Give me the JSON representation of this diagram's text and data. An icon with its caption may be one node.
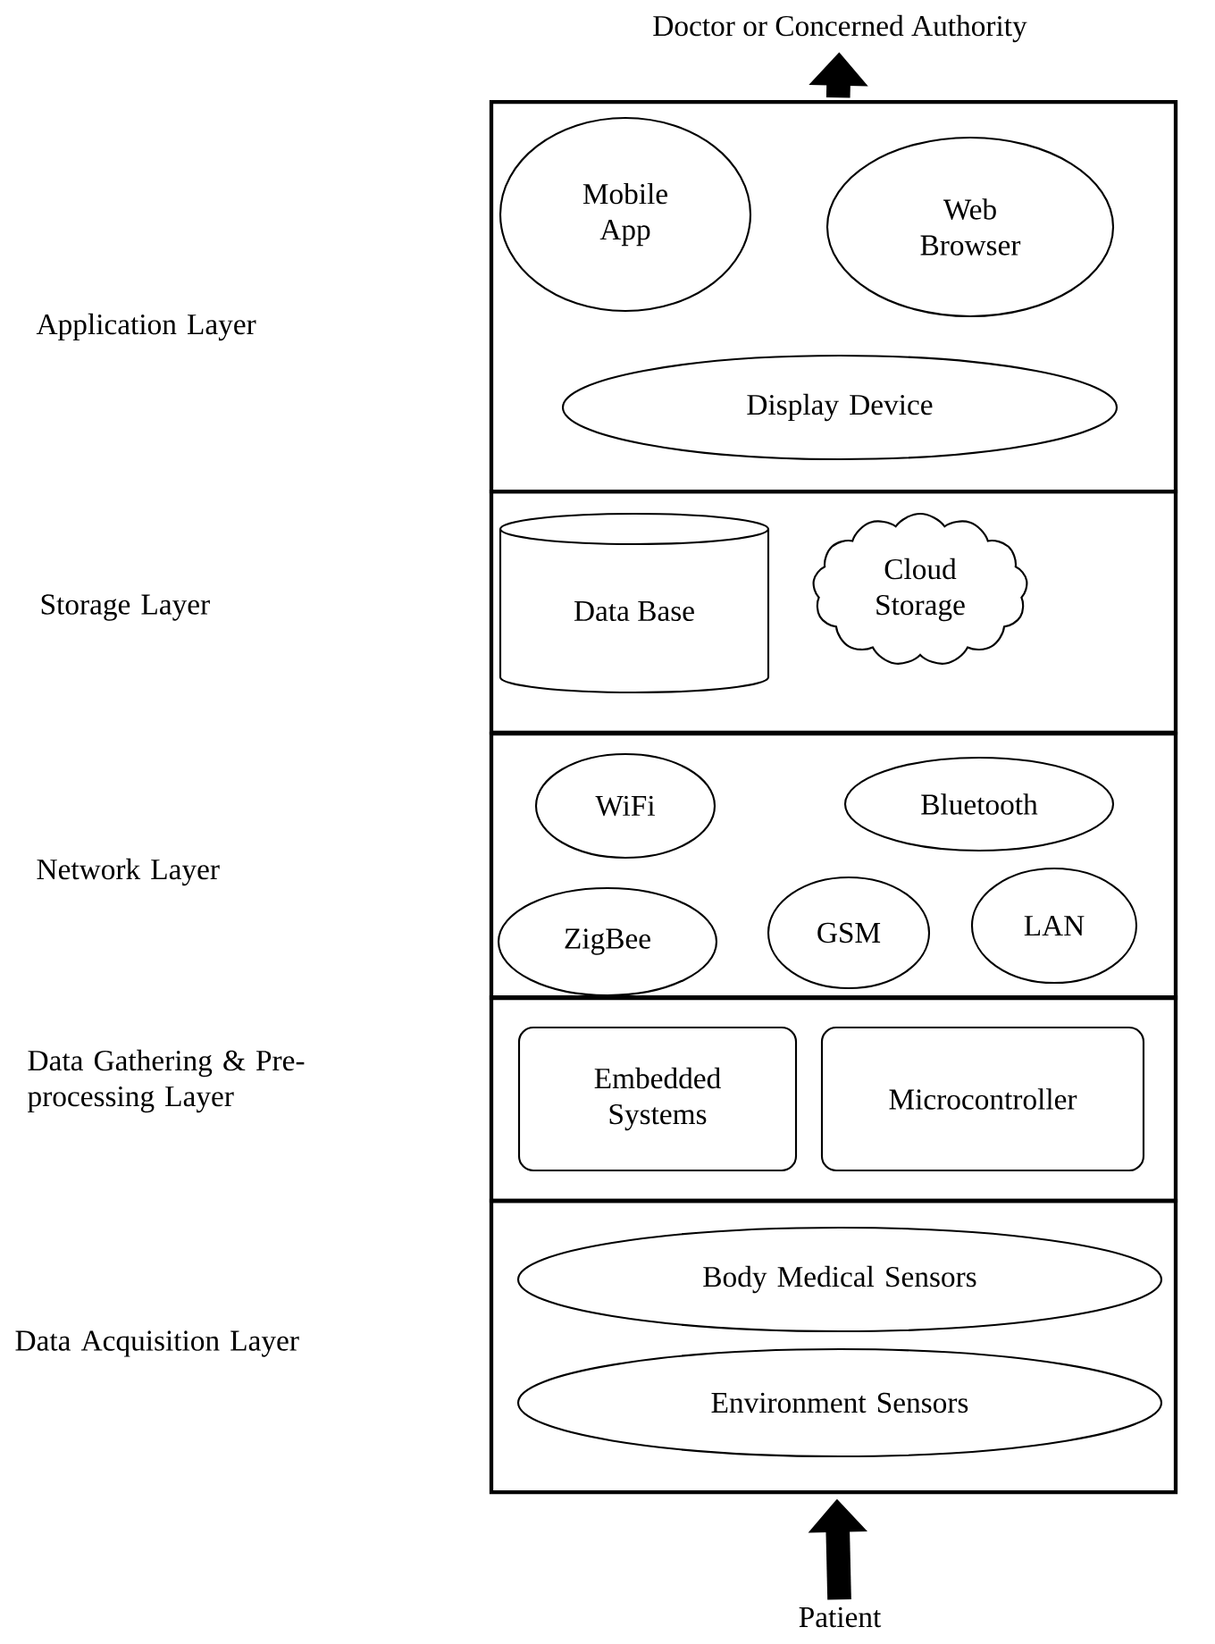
{
  "diagram": {
    "nodes": [
      {
        "text": [
          "Doctor or Concerned Authority"
        ]
      },
      {
        "text": [],
        "shape": "box"
      },
      {
        "text": [
          "Mobile App"
        ],
        "in": 1
      },
      {
        "text": [
          "Web Browser"
        ],
        "in": 1
      },
      {
        "text": [
          "Display Device"
        ],
        "in": 1
      },
      {
        "text": [],
        "shape": "box"
      },
      {
        "text": [
          "Data Base"
        ],
        "in": 5
      },
      {
        "text": [
          "Cloud Storage"
        ],
        "in": 5
      },
      {
        "text": [],
        "shape": "box"
      },
      {
        "text": [
          "WiFi"
        ],
        "in": 8
      },
      {
        "text": [
          "Bluetooth"
        ],
        "in": 8
      },
      {
        "text": [
          "ZigBee"
        ],
        "in": 8
      },
      {
        "text": [
          "GSM"
        ],
        "in": 8
      },
      {
        "text": [
          "LAN"
        ],
        "in": 8
      },
      {
        "text": [],
        "shape": "box"
      },
      {
        "text": [
          "Embedded Systems"
        ],
        "in": 14
      },
      {
        "text": [
          "Microcontroller"
        ],
        "in": 14
      },
      {
        "text": [],
        "shape": "box"
      },
      {
        "text": [
          "Body Medical Sensors"
        ],
        "in": 17
      },
      {
        "text": [
          "Environment Sensors"
        ],
        "in": 17
      },
      {
        "text": [
          "Patient"
        ]
      }
    ],
    "edges": [
      {
        "from": 20,
        "to": 17,
        "arrow": "to"
      },
      {
        "from": 1,
        "to": 0,
        "arrow": "to"
      }
    ],
    "labels": [
      "Application Layer",
      "Storage Layer",
      "Network Layer",
      "Data Gathering & Pre-processing Layer",
      "Data Acquisition Layer"
    ]
  }
}
